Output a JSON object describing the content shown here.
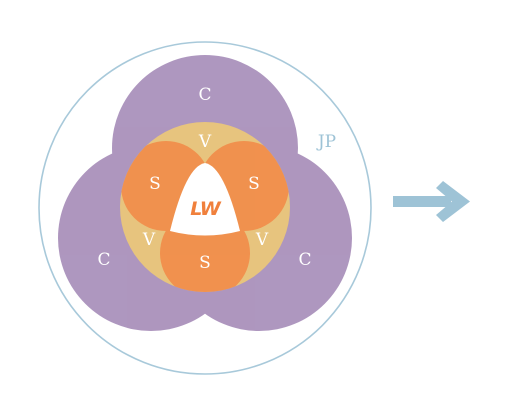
{
  "diagram": {
    "outer_label": "JP",
    "center_logo": "LW",
    "circle_labels": [
      "C",
      "C",
      "C"
    ],
    "v_labels": [
      "V",
      "V",
      "V"
    ],
    "s_labels": [
      "S",
      "S",
      "S"
    ]
  },
  "colors": {
    "outer_ring": "#a8c9da",
    "purple": "#8f6fa6",
    "gold": "#e7c47e",
    "orange": "#f28a48",
    "arrow": "#9ec3d6",
    "logo_l": "#f2894a",
    "logo_w": "#e86d2c"
  }
}
